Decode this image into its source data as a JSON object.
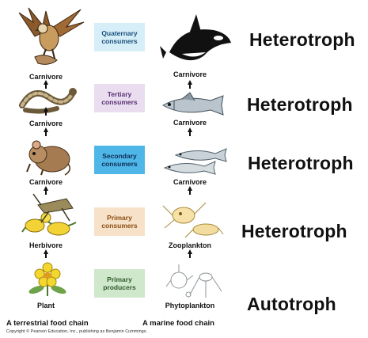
{
  "levels": [
    {
      "label": "Quaternary consumers",
      "color": "#d6eef8",
      "text_color": "#1a4f7a",
      "trophic": "Heterotroph",
      "terrestrial": "Carnivore",
      "marine": "Carnivore"
    },
    {
      "label": "Tertiary consumers",
      "color": "#e9ddef",
      "text_color": "#5a2f72",
      "trophic": "Heterotroph",
      "terrestrial": "Carnivore",
      "marine": "Carnivore"
    },
    {
      "label": "Secondary consumers",
      "color": "#4fb7e8",
      "text_color": "#0d2d55",
      "trophic": "Heterotroph",
      "terrestrial": "Carnivore",
      "marine": "Carnivore"
    },
    {
      "label": "Primary consumers",
      "color": "#f7e2c9",
      "text_color": "#8a4b14",
      "trophic": "Heterotroph",
      "terrestrial": "Herbivore",
      "marine": "Zooplankton"
    },
    {
      "label": "Primary producers",
      "color": "#cfe8cc",
      "text_color": "#2f5a2a",
      "trophic": "Autotroph",
      "terrestrial": "Plant",
      "marine": "Phytoplankton"
    }
  ],
  "chains": {
    "terrestrial": "A terrestrial food chain",
    "marine": "A marine food chain"
  },
  "copyright": "Copyright © Pearson Education, Inc., publishing as Benjamin Cummings.",
  "illustrations": {
    "terrestrial": [
      "hawk",
      "snake",
      "mouse",
      "grasshopper",
      "plant"
    ],
    "marine": [
      "killer-whale",
      "tuna",
      "small-fish",
      "zooplankton",
      "phytoplankton"
    ]
  }
}
